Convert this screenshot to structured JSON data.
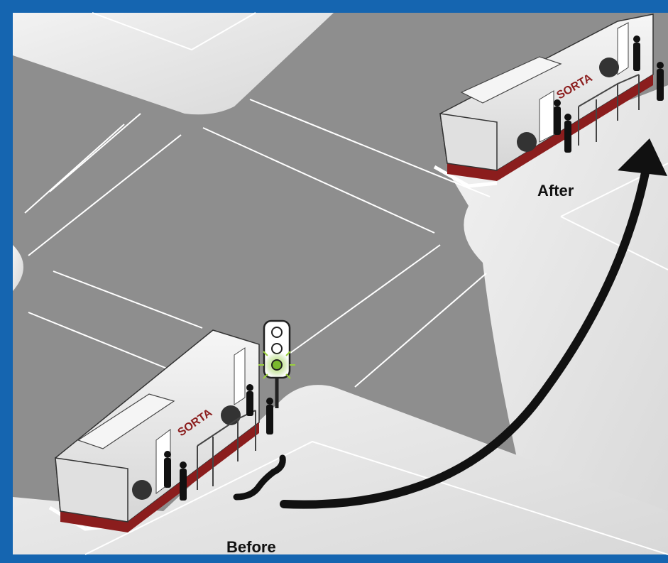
{
  "labels": {
    "after": "After",
    "before": "Before"
  },
  "signal": {
    "active_lamp": "green",
    "lamps": [
      "red",
      "yellow",
      "green"
    ]
  },
  "bus": {
    "sign_text": "SORTA",
    "stops": [
      "after",
      "before"
    ]
  },
  "icons": {
    "route_arrow": "curved-arrow-icon",
    "signal": "traffic-light-icon",
    "shelter": "bus-shelter-icon",
    "pedestrian": "pedestrian-icon"
  },
  "colors": {
    "frame": "#1565b0",
    "road": "#8e8e8e",
    "sidewalk": "#e6e6e6",
    "lane_marking": "#ffffff",
    "bus_body": "#ececec",
    "bus_stripe": "#8b1d1d",
    "arrow": "#111111",
    "signal_green": "#7ab92d"
  }
}
